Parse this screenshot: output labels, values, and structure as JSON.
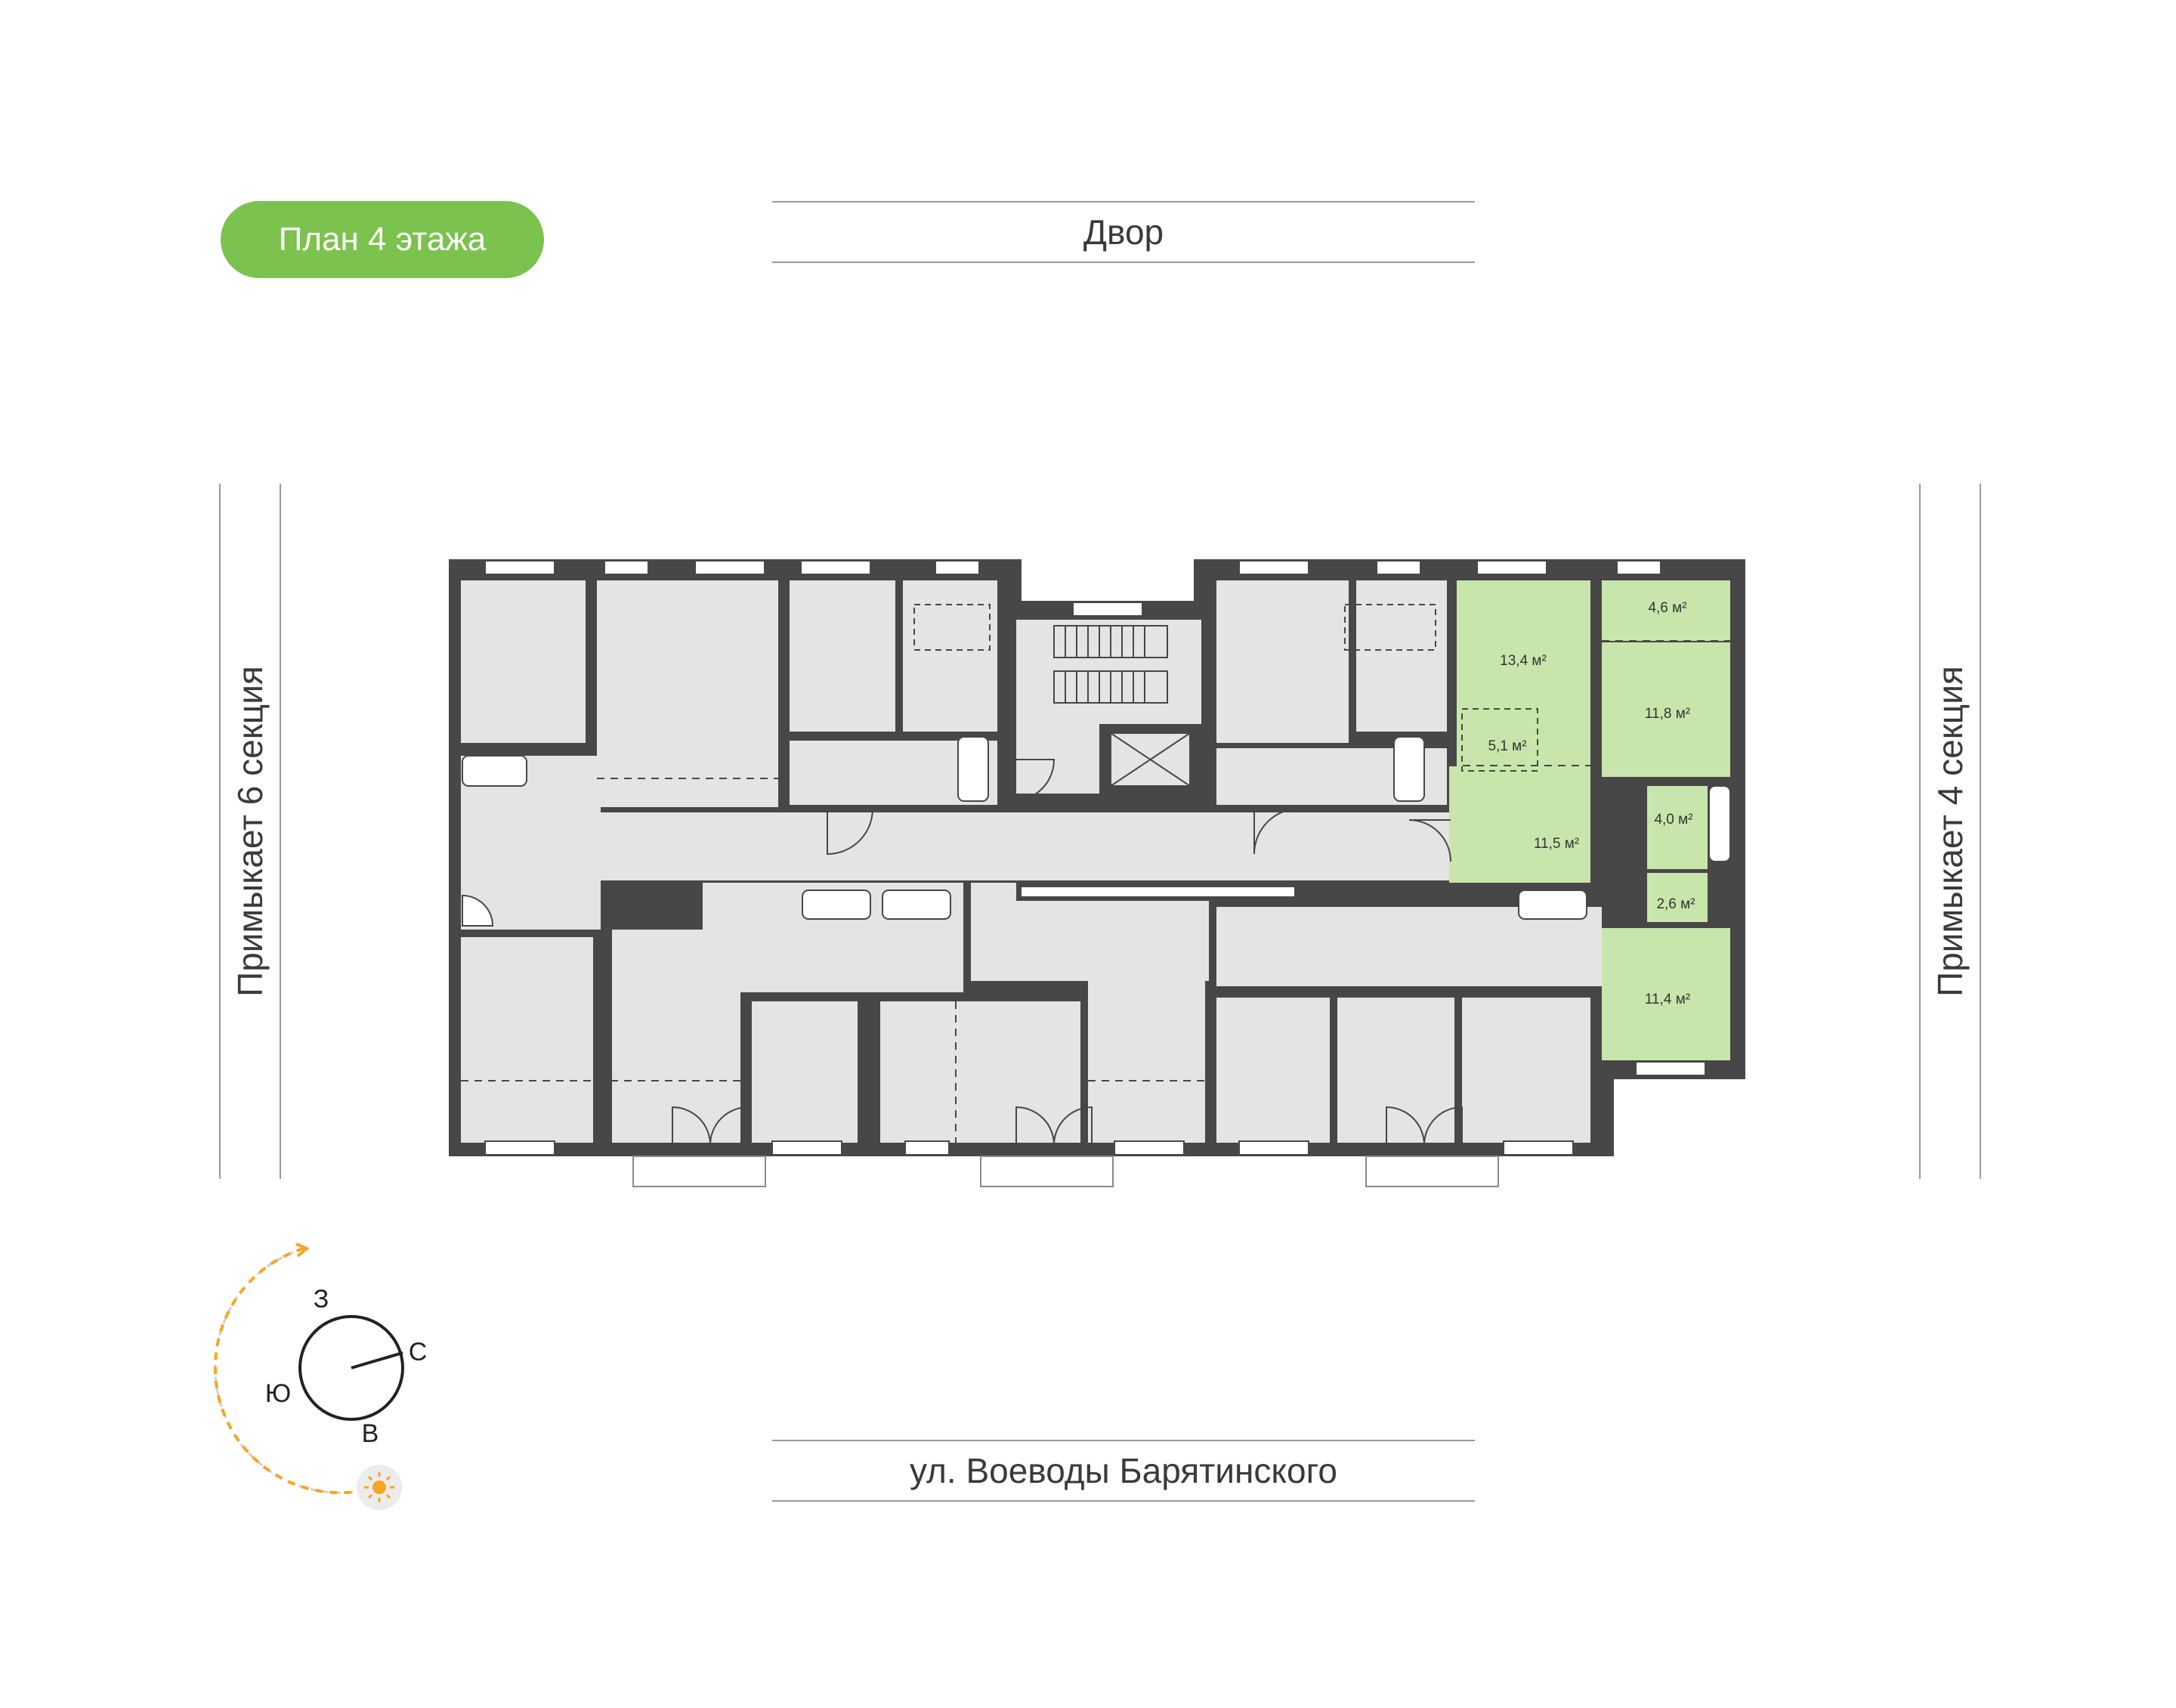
{
  "header": {
    "floor_badge": "План 4 этажа"
  },
  "labels": {
    "top": "Двор",
    "bottom": "ул. Воеводы Барятинского",
    "left": "Примыкает 6 секция",
    "right": "Примыкает 4 секция"
  },
  "apartment": {
    "rooms": [
      {
        "id": "room-kitchen-living",
        "area": "13,4 м²"
      },
      {
        "id": "room-kitchen-niche",
        "area": "5,1 м²"
      },
      {
        "id": "room-hall",
        "area": "11,5 м²"
      },
      {
        "id": "room-balcony",
        "area": "4,6 м²"
      },
      {
        "id": "room-bedroom-1",
        "area": "11,8 м²"
      },
      {
        "id": "room-bathroom",
        "area": "4,0 м²"
      },
      {
        "id": "room-wc",
        "area": "2,6 м²"
      },
      {
        "id": "room-bedroom-2",
        "area": "11,4 м²"
      }
    ]
  },
  "compass": {
    "north": "С",
    "south": "Ю",
    "east": "В",
    "west": "З"
  },
  "colors": {
    "accent": "#7cc24e",
    "highlight": "#c8e6ab",
    "wall": "#474747",
    "floor": "#e4e4e4",
    "sun": "#f5a623"
  },
  "icons": [
    "sun-icon",
    "stairs-icon",
    "elevator-icon"
  ]
}
